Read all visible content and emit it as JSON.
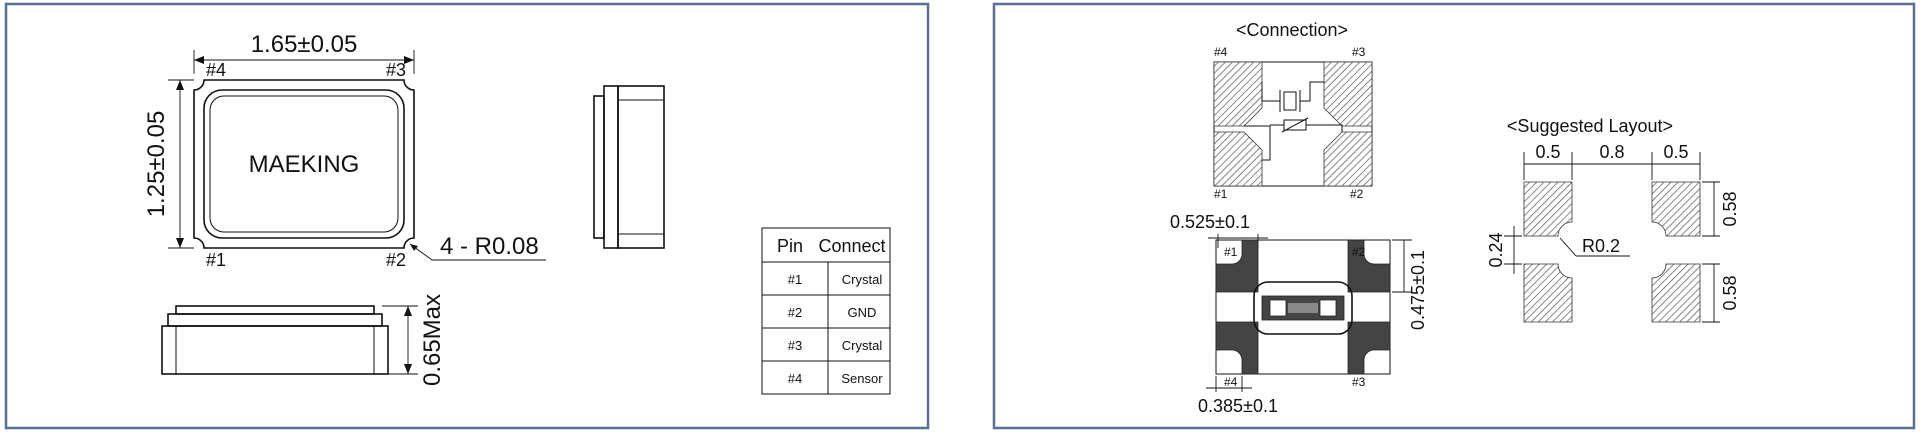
{
  "top_view": {
    "width_dim": "1.65±0.05",
    "height_dim": "1.25±0.05",
    "marking": "MAEKING",
    "corner_radius": "4 - R0.08",
    "pins": {
      "p1": "#1",
      "p2": "#2",
      "p3": "#3",
      "p4": "#4"
    }
  },
  "front_view": {
    "height_dim": "0.65Max"
  },
  "pin_table": {
    "headers": [
      "Pin",
      "Connect"
    ],
    "rows": [
      {
        "pin": "#1",
        "connect": "Crystal"
      },
      {
        "pin": "#2",
        "connect": "GND"
      },
      {
        "pin": "#3",
        "connect": "Crystal"
      },
      {
        "pin": "#4",
        "connect": "Sensor"
      }
    ]
  },
  "connection": {
    "title": "<Connection>",
    "pins": {
      "p1": "#1",
      "p2": "#2",
      "p3": "#3",
      "p4": "#4"
    }
  },
  "bottom_view": {
    "dim_pad_width": "0.525±0.1",
    "dim_pad_height": "0.475±0.1",
    "dim_bottom": "0.385±0.1",
    "pins": {
      "p1": "#1",
      "p2": "#2",
      "p3": "#3",
      "p4": "#4"
    }
  },
  "suggested_layout": {
    "title": "<Suggested Layout>",
    "dim_top": [
      "0.5",
      "0.8",
      "0.5"
    ],
    "dim_right_top": "0.58",
    "dim_right_bottom": "0.58",
    "dim_gap": "0.24",
    "radius": "R0.2"
  },
  "colors": {
    "panel_border": "#5a6f91"
  }
}
